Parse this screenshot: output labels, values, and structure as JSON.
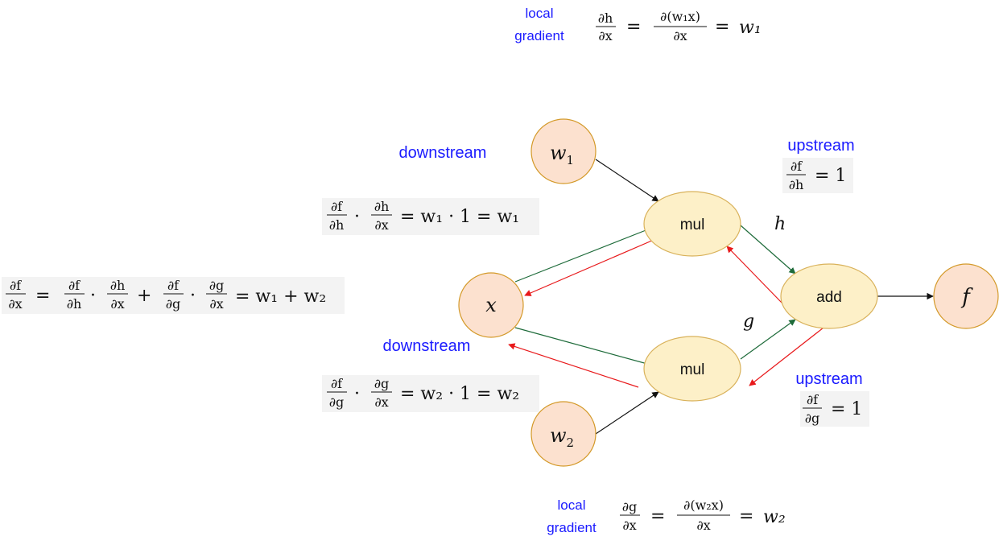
{
  "labels": {
    "local": "local",
    "gradient": "gradient",
    "downstream": "downstream",
    "upstream": "upstream"
  },
  "nodes": {
    "w1": {
      "base": "w",
      "sub": "1"
    },
    "w2": {
      "base": "w",
      "sub": "2"
    },
    "x": {
      "text": "x"
    },
    "f": {
      "text": "f"
    },
    "mul_top": {
      "text": "mul"
    },
    "mul_bottom": {
      "text": "mul"
    },
    "add": {
      "text": "add"
    }
  },
  "edge_labels": {
    "h": "h",
    "g": "g"
  },
  "formulas": {
    "local_top": {
      "lhs_num": "∂h",
      "lhs_den": "∂x",
      "eq": "=",
      "rhs_num": "∂(w₁x)",
      "rhs_den": "∂x",
      "eq2": "=",
      "result": "w₁"
    },
    "local_bottom": {
      "lhs_num": "∂g",
      "lhs_den": "∂x",
      "eq": "=",
      "rhs_num": "∂(w₂x)",
      "rhs_den": "∂x",
      "eq2": "=",
      "result": "w₂"
    },
    "upstream_top": {
      "num": "∂f",
      "den": "∂h",
      "rest": "= 1"
    },
    "upstream_bottom": {
      "num": "∂f",
      "den": "∂g",
      "rest": "= 1"
    },
    "downstream_top": {
      "n1": "∂f",
      "d1": "∂h",
      "dot": "·",
      "n2": "∂h",
      "d2": "∂x",
      "rest": "= w₁ · 1 = w₁"
    },
    "downstream_bottom": {
      "n1": "∂f",
      "d1": "∂g",
      "dot": "·",
      "n2": "∂g",
      "d2": "∂x",
      "rest": "= w₂ · 1 = w₂"
    },
    "total": {
      "n0": "∂f",
      "d0": "∂x",
      "eq": "=",
      "n1": "∂f",
      "d1": "∂h",
      "dot1": "·",
      "n2": "∂h",
      "d2": "∂x",
      "plus": "+",
      "n3": "∂f",
      "d3": "∂g",
      "dot2": "·",
      "n4": "∂g",
      "d4": "∂x",
      "rest": "= w₁ + w₂"
    }
  },
  "colors": {
    "input_node_fill": "#fce1cf",
    "input_node_stroke": "#d49a2a",
    "op_node_fill": "#fdf0c8",
    "op_node_stroke": "#d9b25b",
    "forward_edge": "#1e6b3a",
    "backward_edge": "#e8191b",
    "label_blue": "#1a1aff"
  }
}
